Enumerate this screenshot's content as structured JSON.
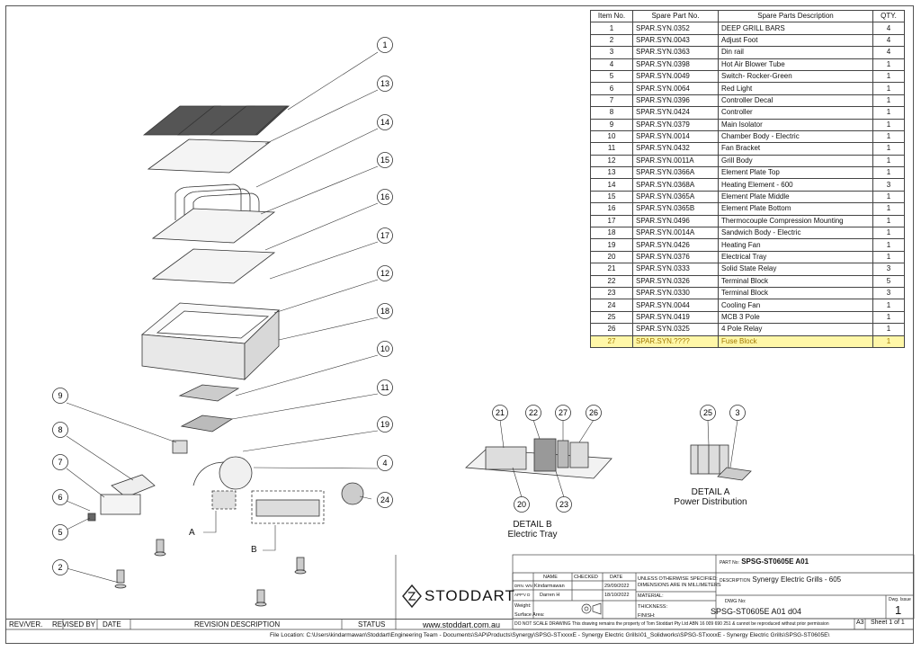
{
  "bom": {
    "headers": [
      "Item No.",
      "Spare Part No.",
      "Spare Parts Description",
      "QTY."
    ],
    "rows": [
      [
        "1",
        "SPAR.SYN.0352",
        "DEEP GRILL BARS",
        "4"
      ],
      [
        "2",
        "SPAR.SYN.0043",
        "Adjust Foot",
        "4"
      ],
      [
        "3",
        "SPAR.SYN.0363",
        "Din rail",
        "4"
      ],
      [
        "4",
        "SPAR.SYN.0398",
        "Hot Air Blower Tube",
        "1"
      ],
      [
        "5",
        "SPAR.SYN.0049",
        "Switch- Rocker-Green",
        "1"
      ],
      [
        "6",
        "SPAR.SYN.0064",
        "Red Light",
        "1"
      ],
      [
        "7",
        "SPAR.SYN.0396",
        "Controller Decal",
        "1"
      ],
      [
        "8",
        "SPAR.SYN.0424",
        "Controller",
        "1"
      ],
      [
        "9",
        "SPAR.SYN.0379",
        "Main Isolator",
        "1"
      ],
      [
        "10",
        "SPAR.SYN.0014",
        "Chamber Body - Electric",
        "1"
      ],
      [
        "11",
        "SPAR.SYN.0432",
        "Fan Bracket",
        "1"
      ],
      [
        "12",
        "SPAR.SYN.0011A",
        "Grill Body",
        "1"
      ],
      [
        "13",
        "SPAR.SYN.0366A",
        "Element Plate Top",
        "1"
      ],
      [
        "14",
        "SPAR.SYN.0368A",
        "Heating Element - 600",
        "3"
      ],
      [
        "15",
        "SPAR.SYN.0365A",
        "Element Plate Middle",
        "1"
      ],
      [
        "16",
        "SPAR.SYN.0365B",
        "Element Plate Bottom",
        "1"
      ],
      [
        "17",
        "SPAR.SYN.0496",
        "Thermocouple Compression Mounting",
        "1"
      ],
      [
        "18",
        "SPAR.SYN.0014A",
        "Sandwich Body - Electric",
        "1"
      ],
      [
        "19",
        "SPAR.SYN.0426",
        "Heating Fan",
        "1"
      ],
      [
        "20",
        "SPAR.SYN.0376",
        "Electrical Tray",
        "1"
      ],
      [
        "21",
        "SPAR.SYN.0333",
        "Solid State Relay",
        "3"
      ],
      [
        "22",
        "SPAR.SYN.0326",
        "Terminal Block",
        "5"
      ],
      [
        "23",
        "SPAR.SYN.0330",
        "Terminal Block",
        "3"
      ],
      [
        "24",
        "SPAR.SYN.0044",
        "Cooling Fan",
        "1"
      ],
      [
        "25",
        "SPAR.SYN.0419",
        "MCB 3 Pole",
        "1"
      ],
      [
        "26",
        "SPAR.SYN.0325",
        "4 Pole Relay",
        "1"
      ],
      [
        "27",
        "SPAR.SYN.????",
        "Fuse Block",
        "1"
      ]
    ],
    "highlight_color": "#fff7a8"
  },
  "balloons": [
    "1",
    "13",
    "14",
    "15",
    "16",
    "17",
    "12",
    "18",
    "10",
    "11",
    "19",
    "4",
    "24",
    "9",
    "8",
    "7",
    "6",
    "5",
    "2",
    "21",
    "22",
    "27",
    "26",
    "20",
    "23",
    "25",
    "3"
  ],
  "callouts": {
    "a": "A",
    "b": "B"
  },
  "details": {
    "b_title": "DETAIL B",
    "b_sub": "Electric Tray",
    "a_title": "DETAIL A",
    "a_sub": "Power Distribution"
  },
  "title_block": {
    "part_no_label": "PART No:",
    "part_no": "SPSG-ST0605E A01",
    "desc_label": "DESCRIPTION",
    "description": "Synergy Electric Grills - 605",
    "dwg_no_label": "DWG No:",
    "dwg_no": "SPSG-ST0605E A01 d04",
    "issue_label": "Dwg. Issue",
    "issue": "1",
    "size": "A3",
    "sheet": "Sheet 1 of 1",
    "col_name": "NAME",
    "col_checked": "CHECKED",
    "col_date": "DATE",
    "drn_label": "DRN. WN",
    "drn_name": "Kindarmawan",
    "drn_date": "29/09/2022",
    "appv_label": "APP'V D",
    "appv_name": "Darren H",
    "appv_date": "18/10/2022",
    "unless": "UNLESS OTHERWISE SPECIFIED:",
    "dims": "DIMENSIONS ARE IN MILLIMETERS",
    "material": "MATERIAL:",
    "thickness": "THICKNESS:",
    "weight": "Weight:",
    "surface": "Surface Area:",
    "finish": "FINISH:",
    "no_scale": "DO NOT SCALE DRAWING",
    "notice": "This drawing remains the property of Tom Stoddart Pty Ltd ABN 16 009 690 251 & cannot be reproduced without prior permission"
  },
  "revision": {
    "rev": "REV/VER.",
    "revised_by": "REVISED BY",
    "date": "DATE",
    "desc": "REVISION DESCRIPTION",
    "status": "STATUS"
  },
  "brand": {
    "name": "STODDART",
    "website": "www.stoddart.com.au"
  },
  "file_location": "File Location: C:\\Users\\kindarmawan\\Stoddart\\Engineering Team - Documents\\SAP\\Products\\Synergy\\SPSG-STxxxxE - Synergy Electric Grills\\01_Solidworks\\SPSG-STxxxxE - Synergy Electric Grills\\SPSG-ST0605E\\"
}
